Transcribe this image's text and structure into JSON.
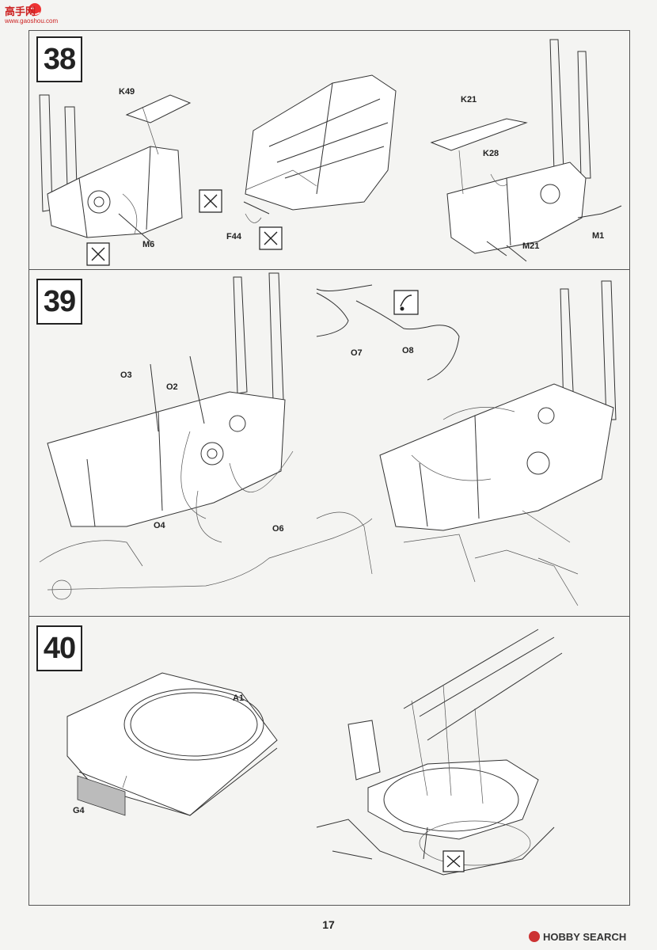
{
  "watermark": {
    "chars": "高手网",
    "url": "www.gaoshou.com"
  },
  "steps": [
    {
      "number": "38",
      "labels": [
        "K49",
        "M6",
        "F44",
        "K21",
        "K28",
        "M21",
        "M1"
      ]
    },
    {
      "number": "39",
      "labels": [
        "O3",
        "O2",
        "O4",
        "O6",
        "O7",
        "O8"
      ]
    },
    {
      "number": "40",
      "labels": [
        "A1",
        "G4"
      ]
    }
  ],
  "page_number": "17",
  "site_mark": "HOBBY SEARCH",
  "icons": {
    "cut": "cut-sprue-icon",
    "glue": "glue-drop-icon"
  }
}
